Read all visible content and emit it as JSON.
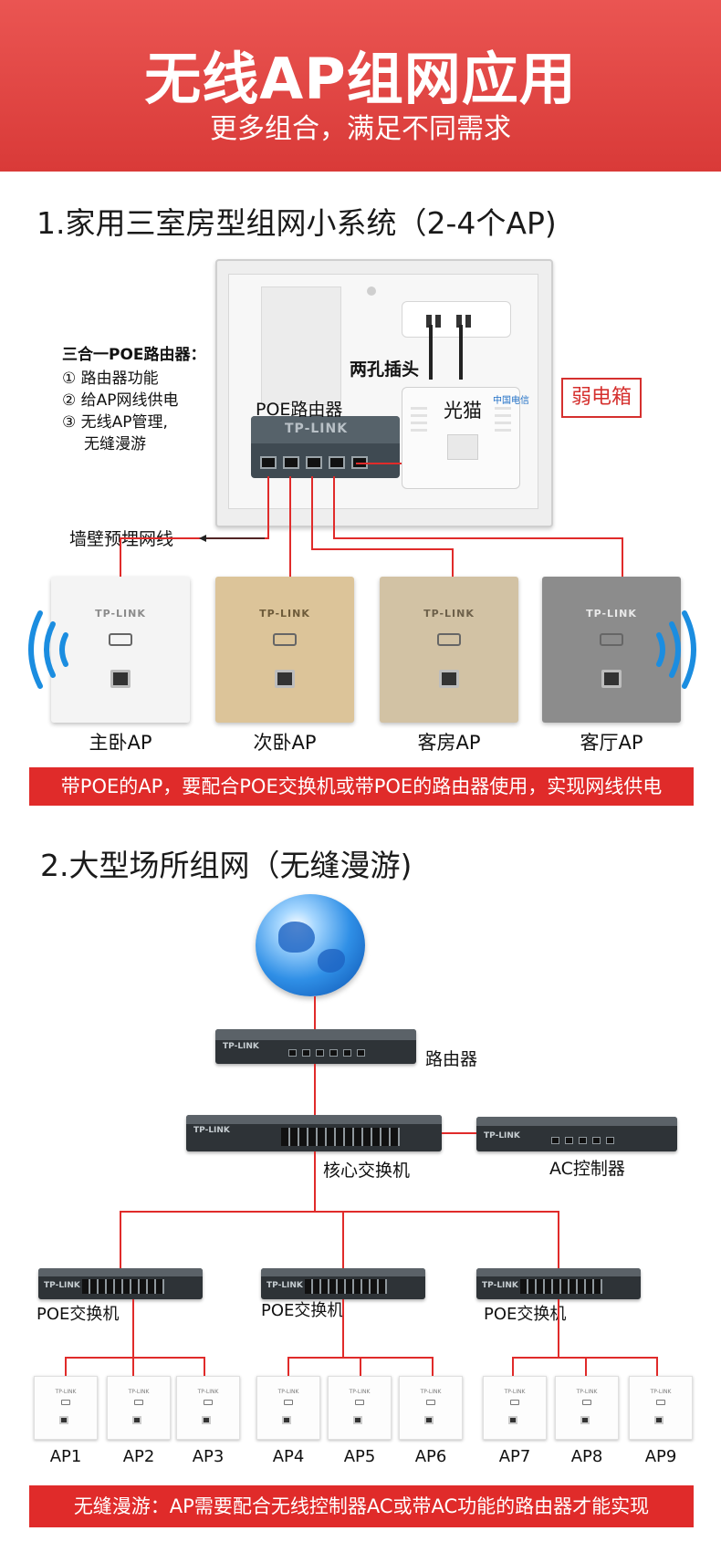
{
  "banner": {
    "title": "无线AP组网应用",
    "subtitle": "更多组合，满足不同需求"
  },
  "section1": {
    "title": "1.家用三室房型组网小系统（2-4个AP)",
    "router_features": {
      "heading": "三合一POE路由器：",
      "items": [
        "① 路由器功能",
        "② 给AP网线供电",
        "③ 无线AP管理,",
        "无缝漫游"
      ]
    },
    "labels": {
      "poe_router": "POE路由器",
      "plug": "两孔插头",
      "modem": "光猫",
      "weak_box": "弱电箱",
      "wall_cable": "墙壁预埋网线",
      "router_logo": "TP-LINK",
      "modem_brand": "中国电信"
    },
    "aps": [
      {
        "name": "主卧AP",
        "logo": "TP-LINK",
        "color": "#f4f4f4",
        "logo_color": "#8b8b8b"
      },
      {
        "name": "次卧AP",
        "logo": "TP-LINK",
        "color": "#dcc499",
        "logo_color": "#6e5b3a"
      },
      {
        "name": "客房AP",
        "logo": "TP-LINK",
        "color": "#d2c2a4",
        "logo_color": "#6d604a"
      },
      {
        "name": "客厅AP",
        "logo": "TP-LINK",
        "color": "#8c8c8c",
        "logo_color": "#e9e9e9"
      }
    ],
    "note": "带POE的AP，要配合POE交换机或带POE的路由器使用，实现网线供电"
  },
  "section2": {
    "title": "2.大型场所组网（无缝漫游)",
    "router_label": "路由器",
    "core_label": "核心交换机",
    "ac_label": "AC控制器",
    "poe_label": "POE交换机",
    "device_logo": "TP-LINK",
    "ap_logo": "TP-LINK",
    "aps": [
      "AP1",
      "AP2",
      "AP3",
      "AP4",
      "AP5",
      "AP6",
      "AP7",
      "AP8",
      "AP9"
    ],
    "note": "无缝漫游：AP需要配合无线控制器AC或带AC功能的路由器才能实现"
  },
  "colors": {
    "banner": "#e24846",
    "accent_red": "#e02b2a",
    "wifi_blue": "#1b8de0",
    "cable_red": "#e02b2a"
  }
}
